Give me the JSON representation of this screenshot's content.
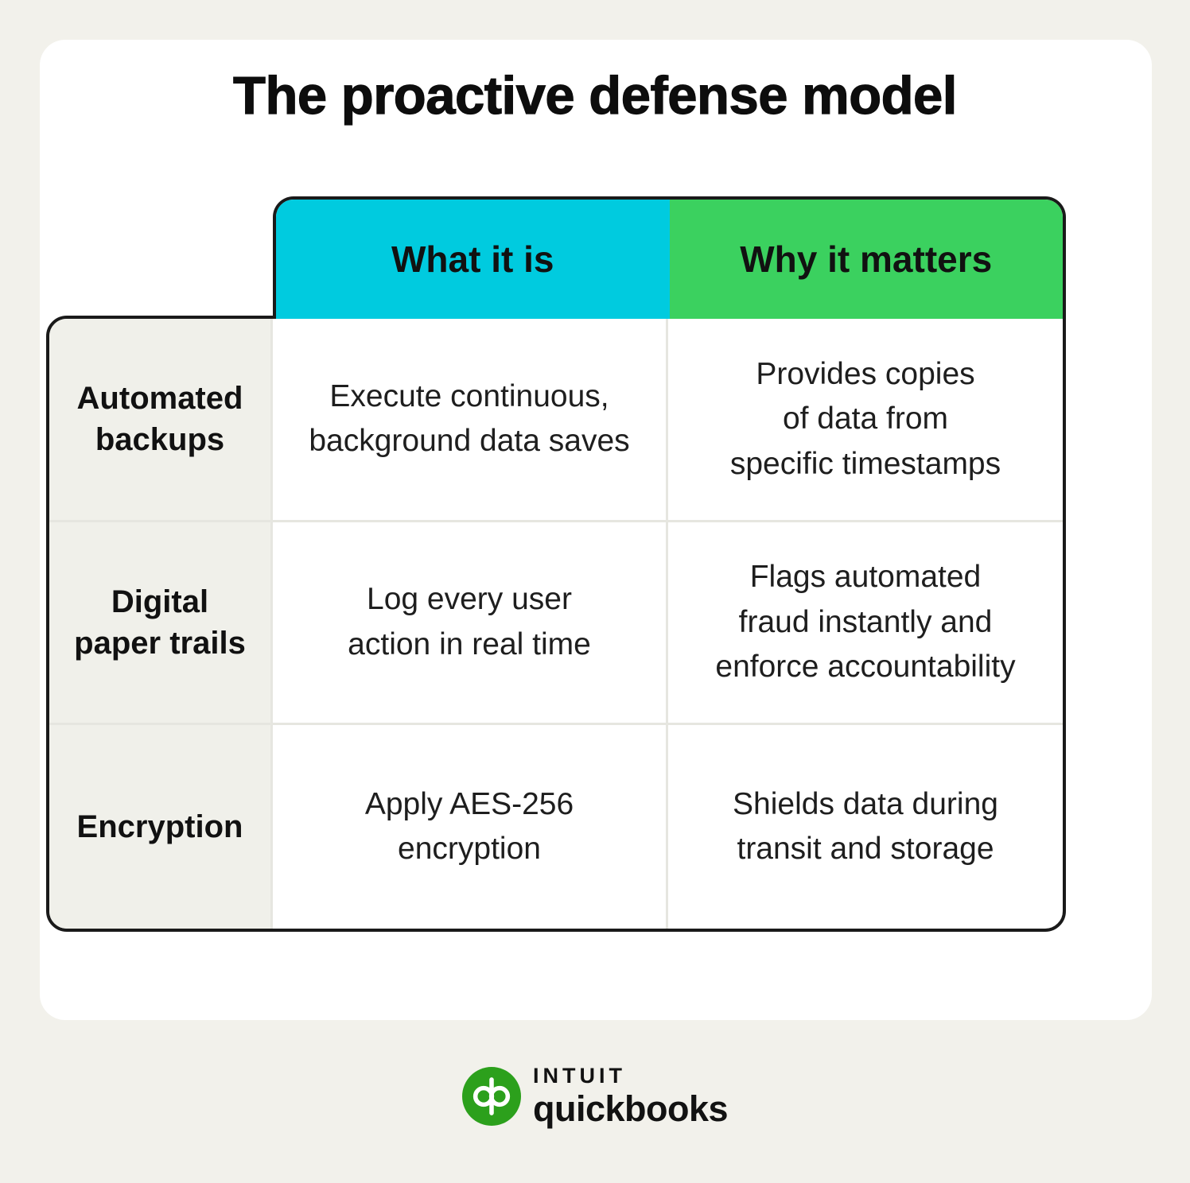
{
  "page": {
    "background_color": "#F2F1EB",
    "card_color": "#FFFFFF",
    "border_color": "#1a1a1a"
  },
  "title": "The proactive defense model",
  "table": {
    "columns": [
      {
        "label": "What it is",
        "color": "#00CBDF"
      },
      {
        "label": "Why it matters",
        "color": "#3BD15F"
      }
    ],
    "feature_column_color": "#F0F0EA",
    "rows": [
      {
        "feature": "Automated\nbackups",
        "what": "Execute continuous,\nbackground data saves",
        "why": "Provides copies\nof data from\nspecific timestamps"
      },
      {
        "feature": "Digital\npaper trails",
        "what": "Log every user\naction in real time",
        "why": "Flags automated\nfraud instantly and\nenforce accountability"
      },
      {
        "feature": "Encryption",
        "what": "Apply AES-256\nencryption",
        "why": "Shields data during\ntransit and storage"
      }
    ]
  },
  "footer": {
    "brand_top": "INTUIT",
    "brand_bottom": "quickbooks",
    "logo_color": "#2CA01C",
    "logo_icon": "quickbooks-qb-icon"
  }
}
